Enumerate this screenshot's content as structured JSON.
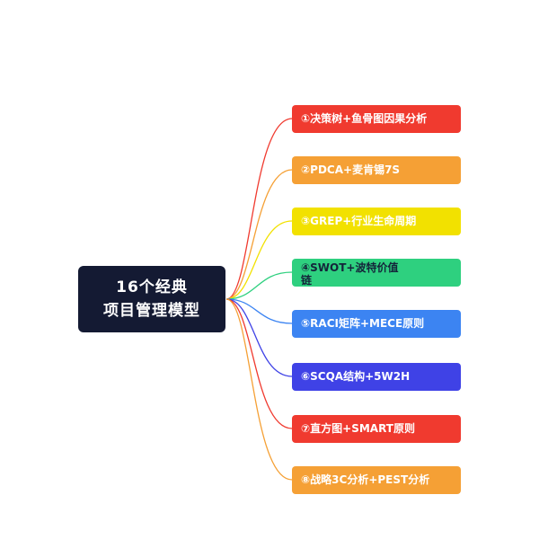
{
  "root": {
    "line1": "16个经典",
    "line2": "项目管理模型"
  },
  "branches": [
    {
      "label": "①决策树+鱼骨图因果分析",
      "color": "#f03a2f"
    },
    {
      "label": "②PDCA+麦肯锡7S",
      "color": "#f5a035"
    },
    {
      "label": "③GREP+行业生命周期",
      "color": "#f2e100"
    },
    {
      "label": "④SWOT+波特价值链",
      "color": "#2ed07f"
    },
    {
      "label": "⑤RACI矩阵+MECE原则",
      "color": "#3c84f2"
    },
    {
      "label": "⑥SCQA结构+5W2H",
      "color": "#3f42e6"
    },
    {
      "label": "⑦直方图+SMART原则",
      "color": "#f03a2f"
    },
    {
      "label": "⑧战略3C分析+PEST分析",
      "color": "#f5a035"
    }
  ]
}
